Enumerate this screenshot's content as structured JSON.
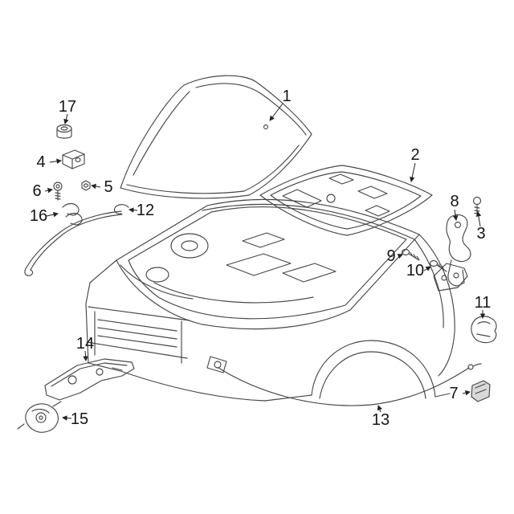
{
  "diagram": {
    "type": "exploded-parts-diagram",
    "subject": "vehicle hood and latch components",
    "background_color": "#ffffff",
    "line_color": "#474747",
    "callout_color": "#151515",
    "callouts": [
      {
        "number": "1",
        "part": "hood-panel"
      },
      {
        "number": "2",
        "part": "hood-insulation-pad"
      },
      {
        "number": "3",
        "part": "hinge-bolt"
      },
      {
        "number": "4",
        "part": "small-bracket"
      },
      {
        "number": "5",
        "part": "nut"
      },
      {
        "number": "6",
        "part": "bolt"
      },
      {
        "number": "7",
        "part": "cable-clip"
      },
      {
        "number": "8",
        "part": "hood-hinge"
      },
      {
        "number": "9",
        "part": "hinge-bolt"
      },
      {
        "number": "10",
        "part": "hinge-bolt"
      },
      {
        "number": "11",
        "part": "hood-bumper"
      },
      {
        "number": "12",
        "part": "hood-prop-rod"
      },
      {
        "number": "13",
        "part": "release-cable"
      },
      {
        "number": "14",
        "part": "support-bracket"
      },
      {
        "number": "15",
        "part": "hood-latch"
      },
      {
        "number": "16",
        "part": "rod-clip"
      },
      {
        "number": "17",
        "part": "grommet"
      }
    ]
  }
}
